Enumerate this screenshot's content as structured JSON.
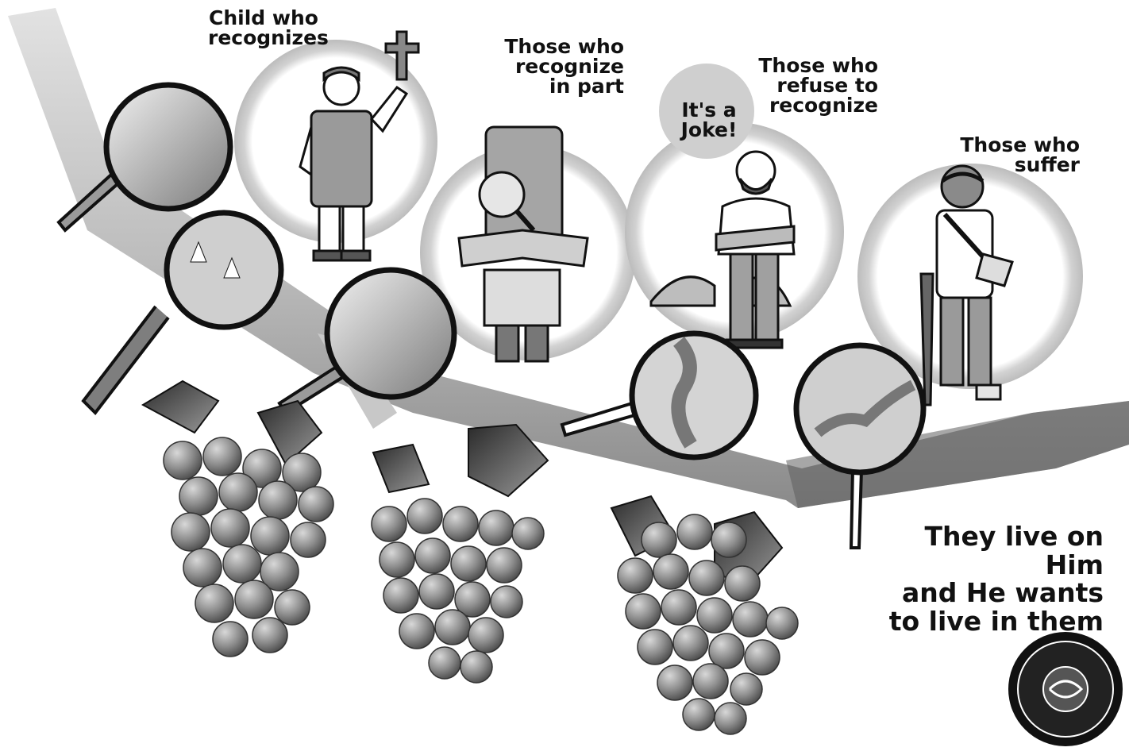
{
  "labels": {
    "child": "Child who\nrecognizes",
    "in_part": "Those who\nrecognize\nin part",
    "refuse": "Those who\nrefuse to\nrecognize",
    "joke": "It's a\nJoke!",
    "suffer": "Those who\nsuffer",
    "caption": "They live on Him\nand He wants\nto live in them"
  },
  "colors": {
    "vine_light": "#cfcfcf",
    "vine_dark": "#6b6b6b",
    "bubble": "#cccccc",
    "grape": "#8c8c8c",
    "outline": "#111111"
  },
  "icons": [
    "magnifying-glass-icon",
    "grape-cluster-icon",
    "seal-logo-icon"
  ]
}
